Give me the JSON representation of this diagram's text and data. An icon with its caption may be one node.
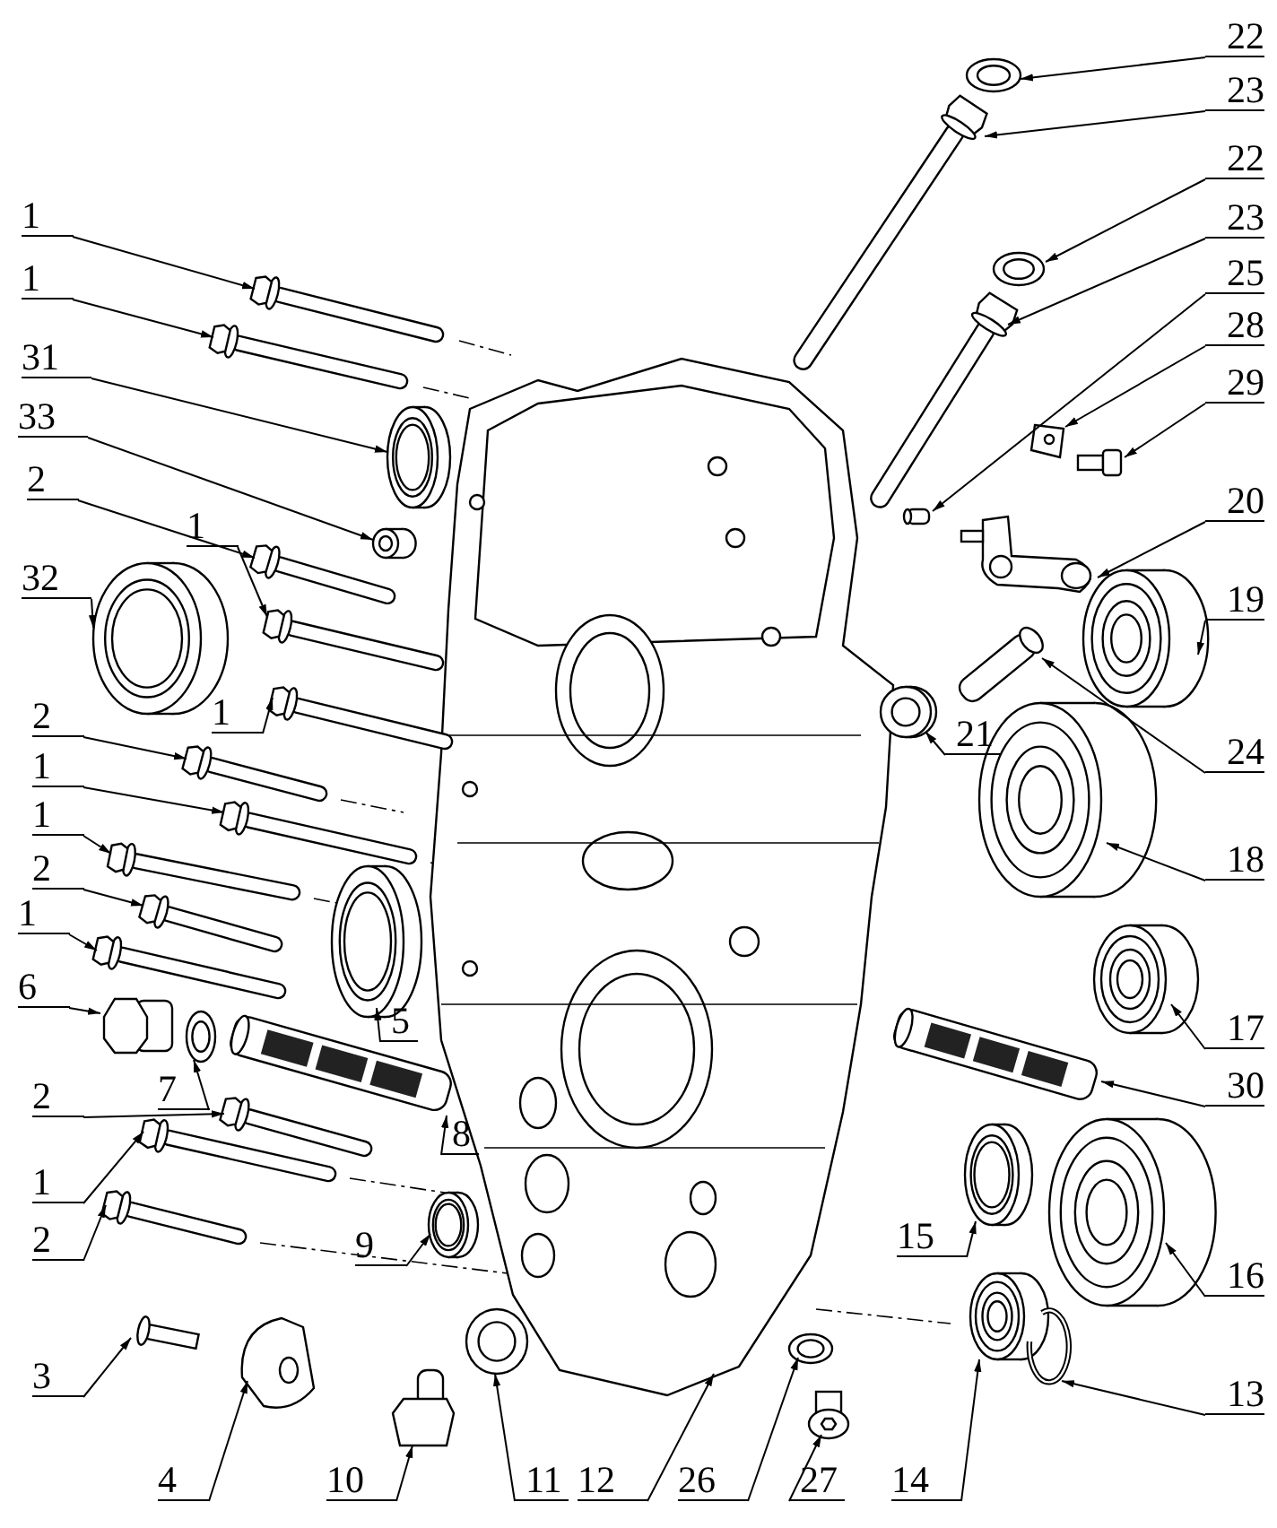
{
  "diagram": {
    "nodes": [
      {
        "text": [
          "1"
        ]
      },
      {
        "text": [],
        "shape": "bolt"
      },
      {
        "text": [
          "1"
        ]
      },
      {
        "text": [],
        "shape": "bolt"
      },
      {
        "text": [
          "31"
        ]
      },
      {
        "text": [],
        "shape": "ring"
      },
      {
        "text": [
          "33"
        ]
      },
      {
        "text": [],
        "shape": "ring"
      },
      {
        "text": [
          "2"
        ]
      },
      {
        "text": [],
        "shape": "bolt"
      },
      {
        "text": [
          "32"
        ]
      },
      {
        "text": [],
        "shape": "ring"
      },
      {
        "text": [
          "1"
        ]
      },
      {
        "text": [],
        "shape": "bolt"
      },
      {
        "text": [
          "1"
        ]
      },
      {
        "text": [],
        "shape": "bolt"
      },
      {
        "text": [
          "2"
        ]
      },
      {
        "text": [],
        "shape": "bolt"
      },
      {
        "text": [
          "1"
        ]
      },
      {
        "text": [],
        "shape": "bolt"
      },
      {
        "text": [
          "1"
        ]
      },
      {
        "text": [],
        "shape": "bolt"
      },
      {
        "text": [
          "2"
        ]
      },
      {
        "text": [],
        "shape": "bolt"
      },
      {
        "text": [
          "1"
        ]
      },
      {
        "text": [],
        "shape": "bolt"
      },
      {
        "text": [
          "6"
        ]
      },
      {
        "text": [],
        "shape": "bolt"
      },
      {
        "text": [
          "7"
        ]
      },
      {
        "text": [],
        "shape": "ring"
      },
      {
        "text": [
          "5"
        ]
      },
      {
        "text": [],
        "shape": "ring"
      },
      {
        "text": [
          "8"
        ]
      },
      {
        "text": [],
        "shape": "tube"
      },
      {
        "text": [
          "2"
        ]
      },
      {
        "text": [],
        "shape": "bolt"
      },
      {
        "text": [
          "1"
        ]
      },
      {
        "text": [],
        "shape": "bolt"
      },
      {
        "text": [
          "2"
        ]
      },
      {
        "text": [],
        "shape": "bolt"
      },
      {
        "text": [
          "9"
        ]
      },
      {
        "text": [],
        "shape": "ring"
      },
      {
        "text": [
          "3"
        ]
      },
      {
        "text": [],
        "shape": "bolt"
      },
      {
        "text": [
          "4"
        ]
      },
      {
        "text": [],
        "shape": "picture"
      },
      {
        "text": [
          "10"
        ]
      },
      {
        "text": [],
        "shape": "bolt"
      },
      {
        "text": [
          "11"
        ]
      },
      {
        "text": [],
        "shape": "ring"
      },
      {
        "text": [
          "12"
        ]
      },
      {
        "text": [],
        "shape": "picture"
      },
      {
        "text": [
          "26"
        ]
      },
      {
        "text": [],
        "shape": "ring"
      },
      {
        "text": [
          "27"
        ]
      },
      {
        "text": [],
        "shape": "bolt"
      },
      {
        "text": [
          "14"
        ]
      },
      {
        "text": [],
        "shape": "bearing"
      },
      {
        "text": [
          "13"
        ]
      },
      {
        "text": [],
        "shape": "ring"
      },
      {
        "text": [
          "16"
        ]
      },
      {
        "text": [],
        "shape": "bearing"
      },
      {
        "text": [
          "15"
        ]
      },
      {
        "text": [],
        "shape": "ring"
      },
      {
        "text": [
          "30"
        ]
      },
      {
        "text": [],
        "shape": "tube"
      },
      {
        "text": [
          "17"
        ]
      },
      {
        "text": [],
        "shape": "bearing"
      },
      {
        "text": [
          "18"
        ]
      },
      {
        "text": [],
        "shape": "bearing"
      },
      {
        "text": [
          "21"
        ]
      },
      {
        "text": [],
        "shape": "ring"
      },
      {
        "text": [
          "24"
        ]
      },
      {
        "text": [],
        "shape": "tube"
      },
      {
        "text": [
          "19"
        ]
      },
      {
        "text": [],
        "shape": "bearing"
      },
      {
        "text": [
          "20"
        ]
      },
      {
        "text": [],
        "shape": "picture"
      },
      {
        "text": [
          "29"
        ]
      },
      {
        "text": [],
        "shape": "bolt"
      },
      {
        "text": [
          "28"
        ]
      },
      {
        "text": [],
        "shape": "picture"
      },
      {
        "text": [
          "25"
        ]
      },
      {
        "text": [],
        "shape": "bolt"
      },
      {
        "text": [
          "23"
        ]
      },
      {
        "text": [],
        "shape": "bolt"
      },
      {
        "text": [
          "22"
        ]
      },
      {
        "text": [],
        "shape": "ring"
      },
      {
        "text": [
          "23"
        ]
      },
      {
        "text": [],
        "shape": "bolt"
      },
      {
        "text": [
          "22"
        ]
      },
      {
        "text": [],
        "shape": "ring"
      }
    ],
    "edges": [
      {
        "from": 0,
        "to": 1,
        "arrow": "to"
      },
      {
        "from": 2,
        "to": 3,
        "arrow": "to"
      },
      {
        "from": 4,
        "to": 5,
        "arrow": "to"
      },
      {
        "from": 6,
        "to": 7,
        "arrow": "to"
      },
      {
        "from": 8,
        "to": 9,
        "arrow": "to"
      },
      {
        "from": 10,
        "to": 11,
        "arrow": "to"
      },
      {
        "from": 12,
        "to": 13,
        "arrow": "to"
      },
      {
        "from": 14,
        "to": 15,
        "arrow": "to"
      },
      {
        "from": 16,
        "to": 17,
        "arrow": "to"
      },
      {
        "from": 18,
        "to": 19,
        "arrow": "to"
      },
      {
        "from": 20,
        "to": 21,
        "arrow": "to"
      },
      {
        "from": 22,
        "to": 23,
        "arrow": "to"
      },
      {
        "from": 24,
        "to": 25,
        "arrow": "to"
      },
      {
        "from": 26,
        "to": 27,
        "arrow": "to"
      },
      {
        "from": 28,
        "to": 29,
        "arrow": "to"
      },
      {
        "from": 30,
        "to": 31,
        "arrow": "to"
      },
      {
        "from": 32,
        "to": 33,
        "arrow": "to"
      },
      {
        "from": 34,
        "to": 35,
        "arrow": "to"
      },
      {
        "from": 36,
        "to": 37,
        "arrow": "to"
      },
      {
        "from": 38,
        "to": 39,
        "arrow": "to"
      },
      {
        "from": 40,
        "to": 41,
        "arrow": "to"
      },
      {
        "from": 42,
        "to": 43,
        "arrow": "to"
      },
      {
        "from": 44,
        "to": 45,
        "arrow": "to"
      },
      {
        "from": 46,
        "to": 47,
        "arrow": "to"
      },
      {
        "from": 48,
        "to": 49,
        "arrow": "to"
      },
      {
        "from": 50,
        "to": 51,
        "arrow": "to"
      },
      {
        "from": 52,
        "to": 53,
        "arrow": "to"
      },
      {
        "from": 54,
        "to": 55,
        "arrow": "to"
      },
      {
        "from": 56,
        "to": 57,
        "arrow": "to"
      },
      {
        "from": 58,
        "to": 59,
        "arrow": "to"
      },
      {
        "from": 60,
        "to": 61,
        "arrow": "to"
      },
      {
        "from": 62,
        "to": 63,
        "arrow": "to"
      },
      {
        "from": 64,
        "to": 65,
        "arrow": "to"
      },
      {
        "from": 66,
        "to": 67,
        "arrow": "to"
      },
      {
        "from": 68,
        "to": 69,
        "arrow": "to"
      },
      {
        "from": 70,
        "to": 71,
        "arrow": "to"
      },
      {
        "from": 72,
        "to": 73,
        "arrow": "to"
      },
      {
        "from": 74,
        "to": 75,
        "arrow": "to"
      },
      {
        "from": 76,
        "to": 77,
        "arrow": "to"
      },
      {
        "from": 78,
        "to": 79,
        "arrow": "to"
      },
      {
        "from": 80,
        "to": 81,
        "arrow": "to"
      },
      {
        "from": 82,
        "to": 83,
        "arrow": "to"
      },
      {
        "from": 84,
        "to": 85,
        "arrow": "to"
      },
      {
        "from": 86,
        "to": 87,
        "arrow": "to"
      },
      {
        "from": 88,
        "to": 89,
        "arrow": "to"
      },
      {
        "from": 90,
        "to": 91,
        "arrow": "to"
      }
    ]
  }
}
